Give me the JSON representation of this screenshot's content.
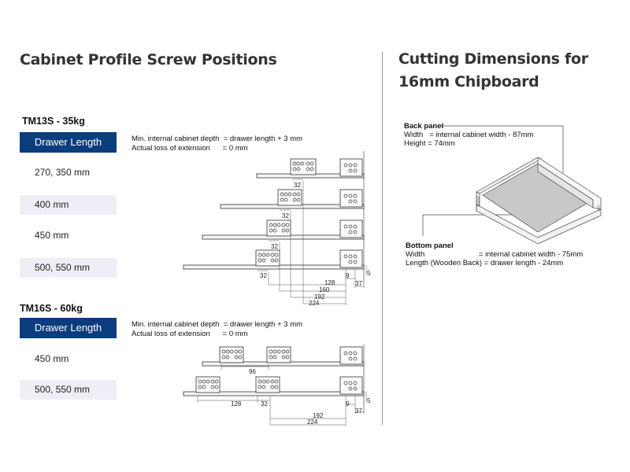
{
  "left": {
    "title": "Cabinet Profile Screw Positions",
    "tables": [
      {
        "model": "TM13S - 35kg",
        "header": "Drawer Length",
        "rows": [
          "270, 350 mm",
          "400 mm",
          "450 mm",
          "500, 550 mm"
        ],
        "note_depth": "Min. internal cabinet depth  = drawer length + 3 mm",
        "note_loss": "Actual loss of extension      = 0 mm"
      },
      {
        "model": "TM16S - 60kg",
        "header": "Drawer Length",
        "rows": [
          "450 mm",
          "500, 550 mm"
        ],
        "note_depth": "Min. internal cabinet depth  = drawer length + 3 mm",
        "note_loss": "Actual loss of extension      = 0 mm"
      }
    ],
    "dims_top": [
      "32",
      "32",
      "32",
      "32",
      "128",
      "160",
      "192",
      "224",
      "9",
      "37",
      "5"
    ],
    "dims_bottom": [
      "96",
      "128",
      "32",
      "192",
      "224",
      "9",
      "37",
      "5"
    ]
  },
  "right": {
    "title_line1": "Cutting Dimensions for",
    "title_line2": "16mm Chipboard",
    "back_panel": {
      "label": "Back panel",
      "width": "Width   = internal cabinet width - 87mm",
      "height": "Height = 74mm"
    },
    "bottom_panel": {
      "label": "Bottom panel",
      "width": "Width                          = internal cabinet width - 75mm",
      "length": "Length (Wooden Back) = drawer length - 24mm"
    }
  },
  "colors": {
    "header_bg": "#0b3d7e",
    "row_shade": "#eeeff6",
    "panel_gray": "#c8c8c8"
  }
}
